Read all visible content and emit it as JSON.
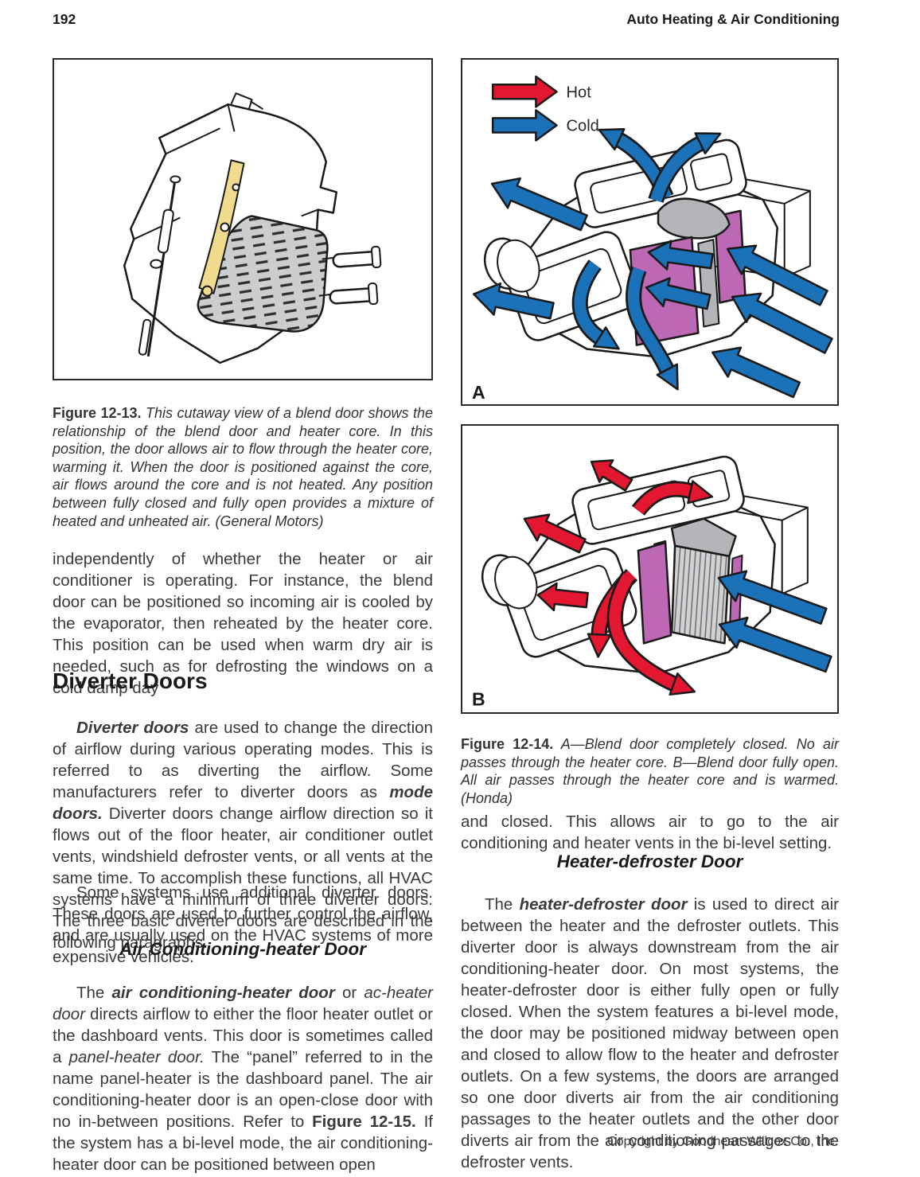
{
  "page": {
    "number": "192",
    "running_head": "Auto Heating & Air Conditioning",
    "footer": "Copyright by Goodheart-Willcox Co., Inc."
  },
  "colors": {
    "hot": "#e3172f",
    "cold": "#1b72b8",
    "purple": "#bc68b4",
    "grayfill": "#c9cbcd",
    "graydark": "#b3b5b8",
    "yellow": "#f0da8e",
    "ink": "#1a1a1a"
  },
  "figures": {
    "fig13": {
      "caption_runs": [
        {
          "t": "Figure 12-13.",
          "s": "b"
        },
        {
          "t": " This cutaway view of a blend door shows the relationship of the blend door and heater core. In this position, the door allows air to flow through the heater core, warming it. When the door is positioned against the core, air flows around the core and is not heated. Any position between fully closed and fully open provides a mixture of heated and unheated air. (General Motors)",
          "s": "i"
        }
      ]
    },
    "fig14": {
      "legend_hot": "Hot",
      "legend_cold": "Cold",
      "panel_a": "A",
      "panel_b": "B",
      "caption_runs": [
        {
          "t": "Figure 12-14.",
          "s": "b"
        },
        {
          "t": " A—Blend door completely closed. No air passes through the heater core. B—Blend door fully open. All air passes through the heater core and is warmed. (Honda)",
          "s": "i"
        }
      ]
    }
  },
  "left": {
    "p1": [
      {
        "t": "independently of whether the heater or air conditioner is operating. For instance, the blend door can be positioned so incoming air is cooled by the evaporator, then reheated by the heater core. This position can be used when warm dry air is needed, such as for defrosting the windows on a cold damp day"
      }
    ],
    "h1": "Diverter Doors",
    "p2": [
      {
        "t": "Diverter doors",
        "s": "bi"
      },
      {
        "t": " are used to change the direction of airflow during various operating modes. This is referred to as diverting the airflow. Some manufacturers refer to diverter doors as "
      },
      {
        "t": "mode doors.",
        "s": "bi"
      },
      {
        "t": " Diverter doors change airflow direction so it flows out of the floor heater, air conditioner outlet vents, windshield defroster vents, or all vents at the same time. To accomplish these functions, all HVAC systems have a minimum of three diverter doors. The three basic diverter doors are described in the following paragraphs."
      }
    ],
    "p3": [
      {
        "t": "Some systems use additional diverter doors. These doors are used to further control the airflow, and are usually used on the HVAC systems of more expensive vehicles."
      }
    ],
    "h2": "Air Conditioning-heater Door",
    "p4": [
      {
        "t": "The "
      },
      {
        "t": "air conditioning-heater door",
        "s": "bi"
      },
      {
        "t": " or "
      },
      {
        "t": "ac-heater door",
        "s": "i"
      },
      {
        "t": " directs airflow to either the floor heater outlet or the dashboard vents. This door is sometimes called a "
      },
      {
        "t": "panel-heater door.",
        "s": "i"
      },
      {
        "t": " The “panel” referred to in the name panel-heater is the dashboard panel. The air conditioning-heater door is an open-close door with no in-between positions. Refer to "
      },
      {
        "t": "Figure 12-15.",
        "s": "b"
      },
      {
        "t": " If the system has a bi-level mode, the air conditioning-heater door can be positioned between open"
      }
    ]
  },
  "right": {
    "p1": [
      {
        "t": "and closed. This allows air to go to the air conditioning and heater vents in the bi-level setting."
      }
    ],
    "h2": "Heater-defroster Door",
    "p2": [
      {
        "t": "The "
      },
      {
        "t": "heater-defroster door",
        "s": "bi"
      },
      {
        "t": " is used to direct air between the heater and the defroster outlets. This diverter door is always downstream from the air conditioning-heater door. On most systems, the heater-defroster door is either fully open or fully closed. When the system features a bi-level mode, the door may be positioned midway between open and closed to allow flow to the heater and defroster outlets. On a few systems, the doors are arranged so one door diverts air from the air conditioning passages to the heater outlets and the other door diverts air from the air conditioning passages to the defroster vents."
      }
    ]
  }
}
